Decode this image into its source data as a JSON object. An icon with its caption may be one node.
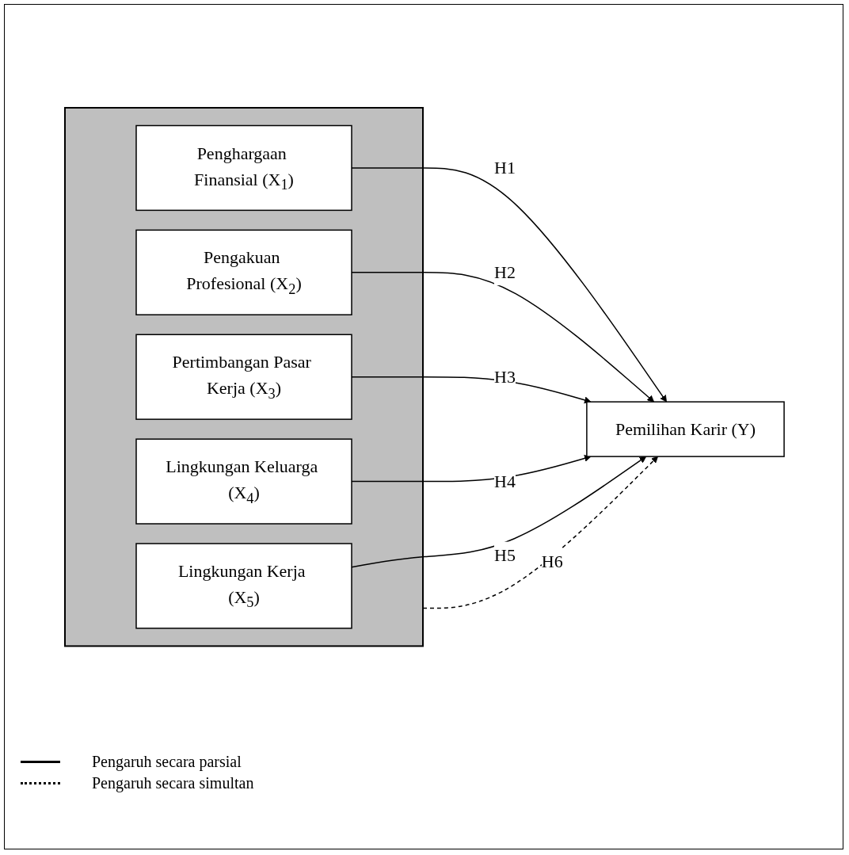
{
  "diagram": {
    "nodes": [
      {
        "text": [],
        "shape": "box"
      },
      {
        "text": [
          "Penghargaan Finansial (X$_{1}$)"
        ],
        "in": 0
      },
      {
        "text": [
          "Pengakuan Profesional (X$_{2}$)"
        ],
        "in": 0
      },
      {
        "text": [
          "Pertimbangan Pasar Kerja (X$_{3}$)"
        ],
        "in": 0
      },
      {
        "text": [
          "Lingkungan Keluarga (X$_{4}$)"
        ],
        "in": 0
      },
      {
        "text": [
          "Lingkungan Kerja (X$_{5}$)"
        ],
        "in": 0
      },
      {
        "text": [
          "Pemilihan Karir (Y)"
        ]
      }
    ],
    "edges": [
      {
        "from": 1,
        "to": 6,
        "arrow": "to",
        "label": "H1"
      },
      {
        "from": 2,
        "to": 6,
        "arrow": "to",
        "label": "H2"
      },
      {
        "from": 3,
        "to": 6,
        "arrow": "to",
        "label": "H3"
      },
      {
        "from": 4,
        "to": 6,
        "arrow": "to",
        "label": "H4"
      },
      {
        "from": 5,
        "to": 6,
        "arrow": "to",
        "label": "H5"
      },
      {
        "from": 0,
        "to": 6,
        "arrow": "to",
        "label": "H6",
        "style": "dashed"
      }
    ],
    "legend": [
      {
        "text": "Pengaruh secara parsial"
      },
      {
        "text": "Pengaruh secara simultan"
      }
    ]
  }
}
